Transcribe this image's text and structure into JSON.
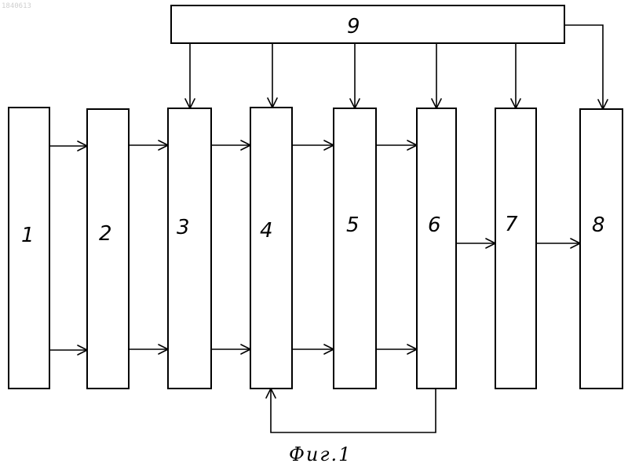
{
  "watermark": "1840613",
  "caption": "Фиг.1",
  "blocks": [
    {
      "id": "1",
      "label": "1"
    },
    {
      "id": "2",
      "label": "2"
    },
    {
      "id": "3",
      "label": "3"
    },
    {
      "id": "4",
      "label": "4"
    },
    {
      "id": "5",
      "label": "5"
    },
    {
      "id": "6",
      "label": "6"
    },
    {
      "id": "7",
      "label": "7"
    },
    {
      "id": "8",
      "label": "8"
    },
    {
      "id": "9",
      "label": "9"
    }
  ],
  "connections": [
    {
      "from": "1",
      "to": "2"
    },
    {
      "from": "1",
      "to": "2"
    },
    {
      "from": "2",
      "to": "3"
    },
    {
      "from": "2",
      "to": "3"
    },
    {
      "from": "3",
      "to": "4"
    },
    {
      "from": "3",
      "to": "4"
    },
    {
      "from": "4",
      "to": "5"
    },
    {
      "from": "4",
      "to": "5"
    },
    {
      "from": "5",
      "to": "6"
    },
    {
      "from": "5",
      "to": "6"
    },
    {
      "from": "6",
      "to": "7"
    },
    {
      "from": "7",
      "to": "8"
    },
    {
      "from": "6",
      "to": "4"
    },
    {
      "from": "9",
      "to": "3"
    },
    {
      "from": "9",
      "to": "4"
    },
    {
      "from": "9",
      "to": "5"
    },
    {
      "from": "9",
      "to": "6"
    },
    {
      "from": "9",
      "to": "7"
    },
    {
      "from": "9",
      "to": "8"
    }
  ]
}
